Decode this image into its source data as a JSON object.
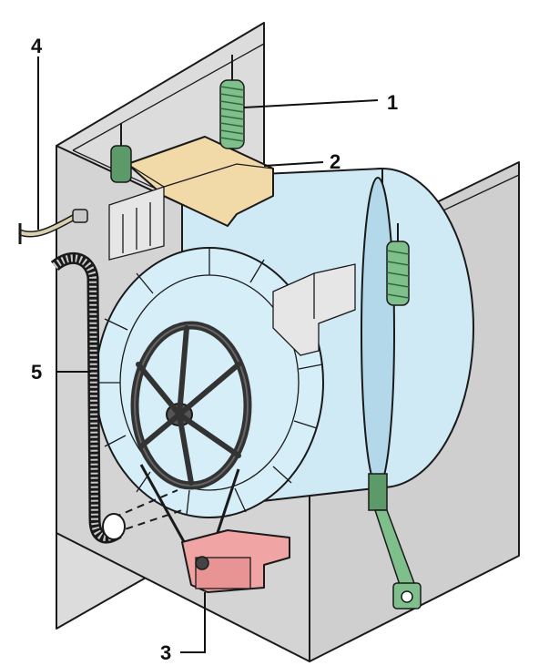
{
  "colors": {
    "cabinet": "#dcdcdc",
    "cabinet_shade": "#c9c9c9",
    "drum": "#cfe9f5",
    "drum_dark": "#b3d8ea",
    "counterweight": "#f2d9a8",
    "motor": "#f0a4a4",
    "spring": "#7fbf8c",
    "damper": "#7fbf8c",
    "outline": "#1a1a1a"
  },
  "icons": {
    "spring": "coil-spring-icon",
    "hose": "corrugated-hose-icon",
    "pulley": "drum-pulley-icon"
  },
  "callouts": [
    {
      "id": "1",
      "label": "1"
    },
    {
      "id": "2",
      "label": "2"
    },
    {
      "id": "3",
      "label": "3"
    },
    {
      "id": "4",
      "label": "4"
    },
    {
      "id": "5",
      "label": "5"
    }
  ]
}
